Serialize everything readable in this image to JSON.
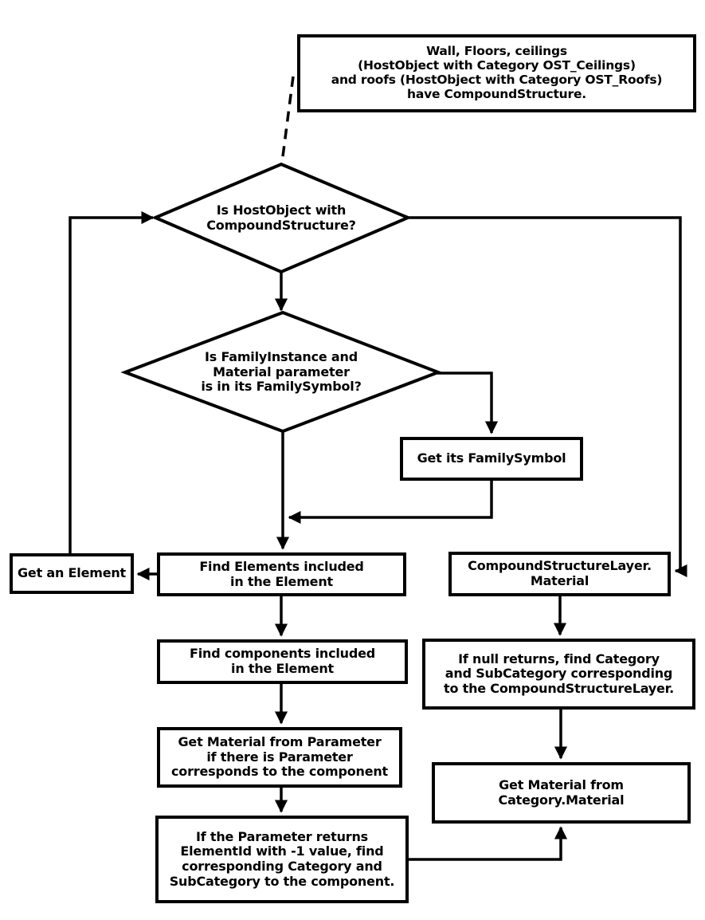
{
  "diagram": {
    "title": "HostObject material flowchart",
    "colors": {
      "background": "#ffffff",
      "line": "#000000",
      "text": "#000000"
    },
    "nodes": {
      "top_note": {
        "label": "Wall, Floors, ceilings\n(HostObject with Category OST_Ceilings)\nand roofs (HostObject with Category OST_Roofs)\nhave CompoundStructure."
      },
      "decision_host_object": {
        "label": "Is HostObject with\nCompoundStructure?"
      },
      "decision_family_instance": {
        "label": "Is FamilyInstance and\nMaterial parameter\nis in its FamilySymbol?"
      },
      "get_family_symbol": {
        "label": "Get its FamilySymbol"
      },
      "get_an_element": {
        "label": "Get an Element"
      },
      "find_elements": {
        "label": "Find Elements included\nin the Element"
      },
      "compound_structure_layer": {
        "label": "CompoundStructureLayer.\nMaterial"
      },
      "find_components": {
        "label": "Find components included\nin the Element"
      },
      "if_null_returns": {
        "label": "If null returns, find Category\nand SubCategory corresponding\nto the CompoundStructureLayer."
      },
      "get_material_from_parameter": {
        "label": "Get Material from Parameter\nif there is Parameter\ncorresponds to the component"
      },
      "get_material_from_category": {
        "label": "Get Material from\nCategory.Material"
      },
      "if_parameter_returns": {
        "label": "If the Parameter returns\nElementId with -1 value, find\ncorresponding Category and\nSubCategory to the component."
      }
    }
  }
}
